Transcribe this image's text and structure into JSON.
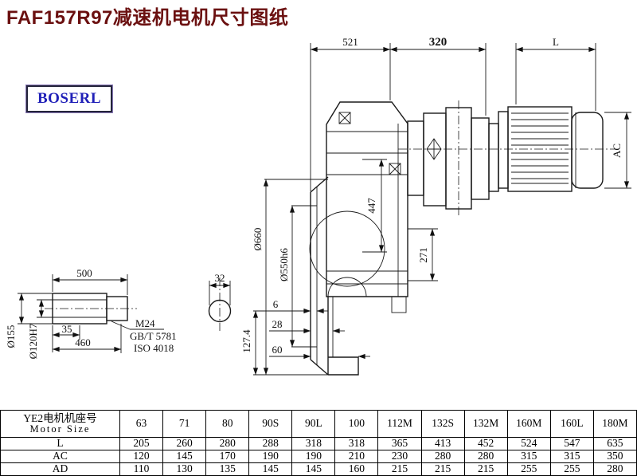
{
  "title": "FAF157R97减速机电机尺寸图纸",
  "logo": "BOSERL",
  "dims": {
    "housing_length": "521",
    "adapter_length": "320",
    "motor_length": "L",
    "motor_height": "AC",
    "flange_diameter": "Ø660",
    "spigot_diameter": "Ø550h6",
    "center_height": "447",
    "output_distance": "271",
    "shaft_total_length": "500",
    "key_length": "35",
    "shaft_usable_length": "460",
    "thread_spec": "M24",
    "thread_standard_gb": "GB/T 5781",
    "thread_standard_iso": "ISO 4018",
    "shaft_outer_diameter": "Ø155",
    "bore_diameter": "Ø120H7",
    "key_width": "32",
    "offset_a": "6",
    "offset_b": "28",
    "offset_c": "60",
    "flange_offset": "127.4"
  },
  "table": {
    "header": {
      "line1": "YE2电机机座号",
      "line2": "Motor Size",
      "cols": [
        "63",
        "71",
        "80",
        "90S",
        "90L",
        "100",
        "112M",
        "132S",
        "132M",
        "160M",
        "160L",
        "180M"
      ]
    },
    "rows": [
      {
        "label": "L",
        "values": [
          "205",
          "260",
          "280",
          "288",
          "318",
          "318",
          "365",
          "413",
          "452",
          "524",
          "547",
          "635"
        ]
      },
      {
        "label": "AC",
        "values": [
          "120",
          "145",
          "170",
          "190",
          "190",
          "210",
          "230",
          "280",
          "280",
          "315",
          "315",
          "350"
        ]
      },
      {
        "label": "AD",
        "values": [
          "110",
          "130",
          "135",
          "145",
          "145",
          "160",
          "215",
          "215",
          "215",
          "255",
          "255",
          "280"
        ]
      }
    ]
  }
}
